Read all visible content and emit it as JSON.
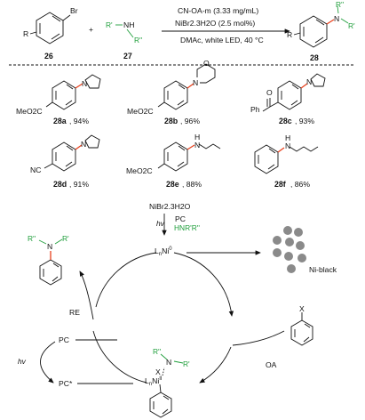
{
  "reaction": {
    "r_group": "R",
    "bromo": "Br",
    "amine_r1": "R'",
    "amine_nh": "NH",
    "amine_r2": "R''",
    "plus": "+",
    "cmpd_aryl": "26",
    "cmpd_amine": "27",
    "cmpd_product": "28",
    "cond_line1": "CN-OA-m (3.33 mg/mL)",
    "cond_line2": "NiBr2.3H2O (2.5 mol%)",
    "cond_line3": "DMAc,  white LED, 40 °C",
    "prod_r2": "R''",
    "prod_n": "N",
    "prod_r1": "R'",
    "prod_r": "R"
  },
  "products": [
    {
      "id": "28a",
      "yield": ", 94%",
      "group": "MeO2C",
      "amine": "N"
    },
    {
      "id": "28b",
      "yield": ", 96%",
      "group": "MeO2C",
      "amine": "N",
      "o": "O"
    },
    {
      "id": "28c",
      "yield": ", 93%",
      "group": "Ph",
      "amine": "N",
      "o": "O"
    },
    {
      "id": "28d",
      "yield": ", 91%",
      "group": "NC",
      "amine": "N"
    },
    {
      "id": "28e",
      "yield": ", 88%",
      "group": "MeO2C",
      "amine": "H",
      "amine2": "N"
    },
    {
      "id": "28f",
      "yield": ", 86%",
      "amine": "H",
      "amine2": "N"
    }
  ],
  "cycle": {
    "nibr": "NiBr2.3H2O",
    "hv_top": "hv",
    "pc_top": "PC",
    "amine_reagent": "HNR'R''",
    "ni0": "LnNi0",
    "ni_black": "Ni-black",
    "x_top": "X",
    "oa": "OA",
    "re": "RE",
    "pc_left": "PC",
    "hv_left": "hv",
    "pc_star": "PC*",
    "ni2_r2": "R''",
    "ni2_n": "N",
    "ni2_r1": "R'",
    "ni2_x": "X",
    "ni2": "LnNiII",
    "prod_r2": "R''",
    "prod_n": "N",
    "prod_r1": "R'"
  }
}
